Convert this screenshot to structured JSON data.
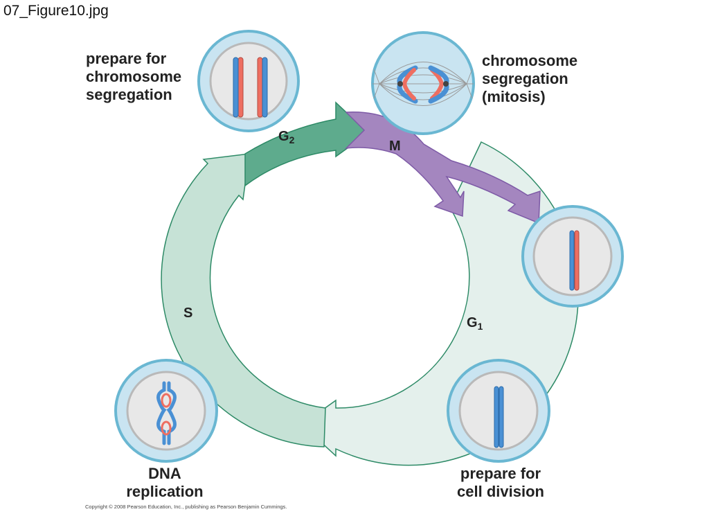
{
  "file_title": "07_Figure10.jpg",
  "labels": {
    "prepare_segregation": [
      "prepare for",
      "chromosome",
      "segregation"
    ],
    "segregation_mitosis": [
      "chromosome",
      "segregation",
      "(mitosis)"
    ],
    "dna_replication": [
      "DNA",
      "replication"
    ],
    "prepare_division": [
      "prepare for",
      "cell division"
    ]
  },
  "phases": {
    "g2": {
      "letter": "G",
      "sub": "2"
    },
    "m": {
      "letter": "M",
      "sub": ""
    },
    "s": {
      "letter": "S",
      "sub": ""
    },
    "g1": {
      "letter": "G",
      "sub": "1"
    }
  },
  "copyright": "Copyright © 2008 Pearson Education, Inc., publishing as Pearson Benjamin Cummings.",
  "colors": {
    "g2": "#5eab8d",
    "s": "#c6e2d6",
    "g1": "#e4f0ec",
    "m": "#a486bf",
    "ring_stroke": "#2d8a66",
    "cell_outer": "#c9e4f1",
    "cell_outer_stroke": "#6ab7d2",
    "cell_inner": "#e8e8e8",
    "chromosome_red": "#ee6e61",
    "chromosome_blue": "#4a90d4"
  }
}
